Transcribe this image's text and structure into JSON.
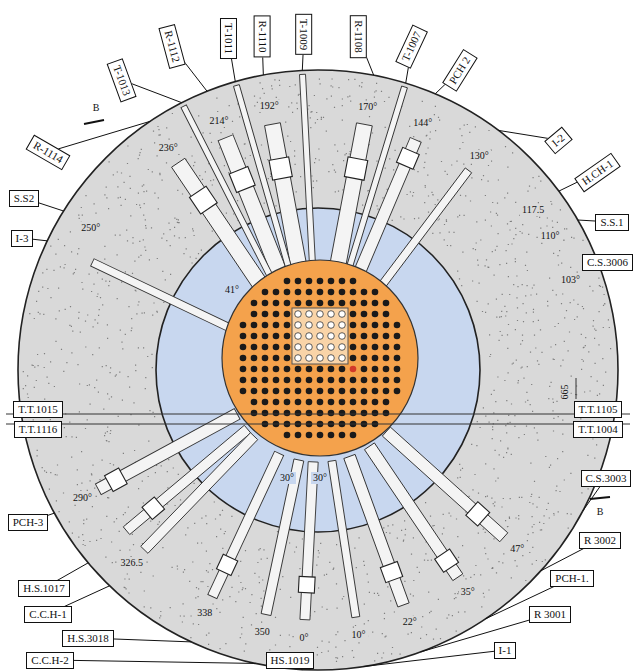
{
  "diagram": {
    "nodes": [
      {
        "text": [
          "T-1013"
        ]
      },
      {
        "text": [
          "R-1112"
        ]
      },
      {
        "text": [
          "T-1011"
        ]
      },
      {
        "text": [
          "R-1110"
        ]
      },
      {
        "text": [
          "T-1009"
        ]
      },
      {
        "text": [
          "R-1108"
        ]
      },
      {
        "text": [
          "T-1007"
        ]
      },
      {
        "text": [
          "PCH 2"
        ]
      },
      {
        "text": [
          "I-2"
        ]
      },
      {
        "text": [
          "R-1114"
        ]
      },
      {
        "text": [
          "H.CH-1"
        ]
      },
      {
        "text": [
          "S.S.1"
        ]
      },
      {
        "text": [
          "S.S2"
        ]
      },
      {
        "text": [
          "I-3"
        ]
      },
      {
        "text": [
          "C.S.3006"
        ]
      },
      {
        "text": [
          "T.T.1015"
        ]
      },
      {
        "text": [
          "T.T.1105"
        ]
      },
      {
        "text": [
          "T.T.1116"
        ]
      },
      {
        "text": [
          "T.T.1004"
        ]
      },
      {
        "text": [
          "PCH-3"
        ]
      },
      {
        "text": [
          "C.S.3003"
        ]
      },
      {
        "text": [
          "H.S.1017"
        ]
      },
      {
        "text": [
          "R 3002"
        ]
      },
      {
        "text": [
          "C.C.H-1"
        ]
      },
      {
        "text": [
          "PCH-1."
        ]
      },
      {
        "text": [
          "H.S.3018"
        ]
      },
      {
        "text": [
          "R 3001"
        ]
      },
      {
        "text": [
          "C.C.H-2"
        ]
      },
      {
        "text": [
          "I-1"
        ]
      },
      {
        "text": [
          "HS.1019"
        ]
      }
    ],
    "labels": [
      "214°",
      "192°",
      "170°",
      "144°",
      "130°",
      "236°",
      "117.5",
      "110°",
      "250°",
      "103°",
      "665",
      "41°",
      "30°",
      "30°",
      "290°",
      "47°",
      "326.5",
      "35°",
      "338",
      "22°",
      "350",
      "10°",
      "0°",
      "B",
      "B"
    ]
  }
}
